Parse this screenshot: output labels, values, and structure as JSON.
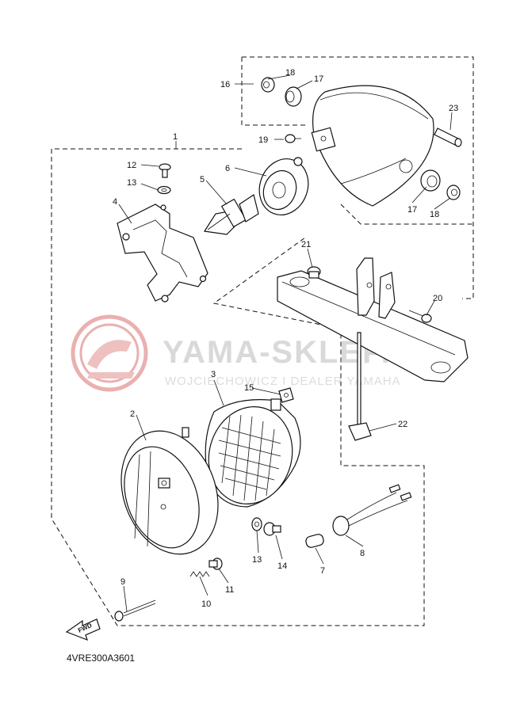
{
  "diagram_code": "4VRE300A3601",
  "fwd_label": "FWD",
  "watermark": {
    "title": "YAMA-SKLEP.PL",
    "subtitle": "WOJCIECHOWICZ I DEALER YAMAHA",
    "logo_color": "#e8a0a0",
    "text_color": "#d9d9d9"
  },
  "callouts": [
    {
      "id": "c1",
      "label": "1"
    },
    {
      "id": "c2",
      "label": "2"
    },
    {
      "id": "c3",
      "label": "3"
    },
    {
      "id": "c4",
      "label": "4"
    },
    {
      "id": "c5",
      "label": "5"
    },
    {
      "id": "c6",
      "label": "6"
    },
    {
      "id": "c7",
      "label": "7"
    },
    {
      "id": "c8",
      "label": "8"
    },
    {
      "id": "c9",
      "label": "9"
    },
    {
      "id": "c10",
      "label": "10"
    },
    {
      "id": "c11",
      "label": "11"
    },
    {
      "id": "c12",
      "label": "12"
    },
    {
      "id": "c13a",
      "label": "13"
    },
    {
      "id": "c13b",
      "label": "13"
    },
    {
      "id": "c14",
      "label": "14"
    },
    {
      "id": "c15",
      "label": "15"
    },
    {
      "id": "c16",
      "label": "16"
    },
    {
      "id": "c17a",
      "label": "17"
    },
    {
      "id": "c17b",
      "label": "17"
    },
    {
      "id": "c18a",
      "label": "18"
    },
    {
      "id": "c18b",
      "label": "18"
    },
    {
      "id": "c19",
      "label": "19"
    },
    {
      "id": "c20",
      "label": "20"
    },
    {
      "id": "c21",
      "label": "21"
    },
    {
      "id": "c22",
      "label": "22"
    },
    {
      "id": "c23",
      "label": "23"
    }
  ]
}
